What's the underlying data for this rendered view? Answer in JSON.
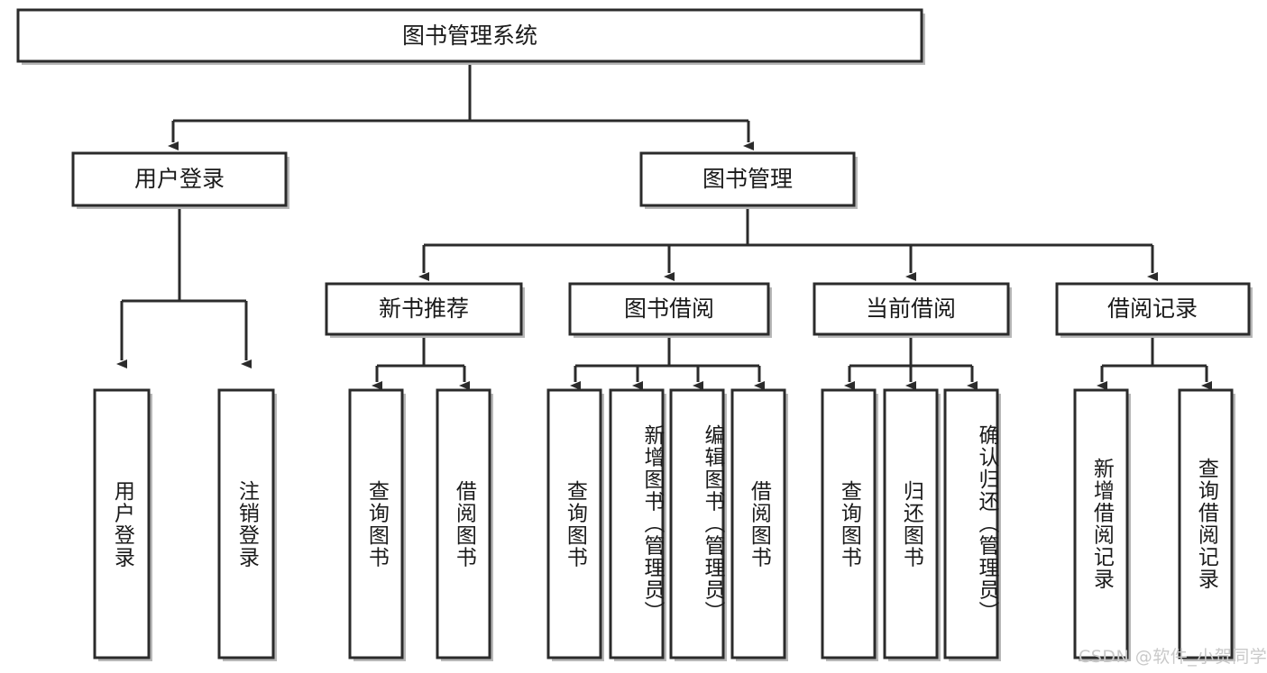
{
  "diagram": {
    "type": "tree-hierarchy-chart",
    "title_text": "图书管理系统",
    "watermark": "CSDN @软件_小贺同学",
    "colors": {
      "stroke": "#2b2b2b",
      "box_fill": "#ffffff",
      "text": "#1a1a1a",
      "background": "#ffffff",
      "watermark": "#c9c9c9"
    },
    "root": {
      "label": "图书管理系统"
    },
    "level2": [
      {
        "label": "用户登录"
      },
      {
        "label": "图书管理"
      }
    ],
    "level3": [
      {
        "label": "新书推荐"
      },
      {
        "label": "图书借阅"
      },
      {
        "label": "当前借阅"
      },
      {
        "label": "借阅记录"
      }
    ],
    "leaves": {
      "user_login": [
        {
          "label": "用户登录"
        },
        {
          "label": "注销登录"
        }
      ],
      "new_book_recommend": [
        {
          "label": "查询图书"
        },
        {
          "label": "借阅图书"
        }
      ],
      "book_borrow": [
        {
          "label": "查询图书"
        },
        {
          "label": "新增图书（管理员）"
        },
        {
          "label": "编辑图书（管理员）"
        },
        {
          "label": "借阅图书"
        }
      ],
      "current_borrow": [
        {
          "label": "查询图书"
        },
        {
          "label": "归还图书"
        },
        {
          "label": "确认归还（管理员）"
        }
      ],
      "borrow_record": [
        {
          "label": "新增借阅记录"
        },
        {
          "label": "查询借阅记录"
        }
      ]
    }
  }
}
